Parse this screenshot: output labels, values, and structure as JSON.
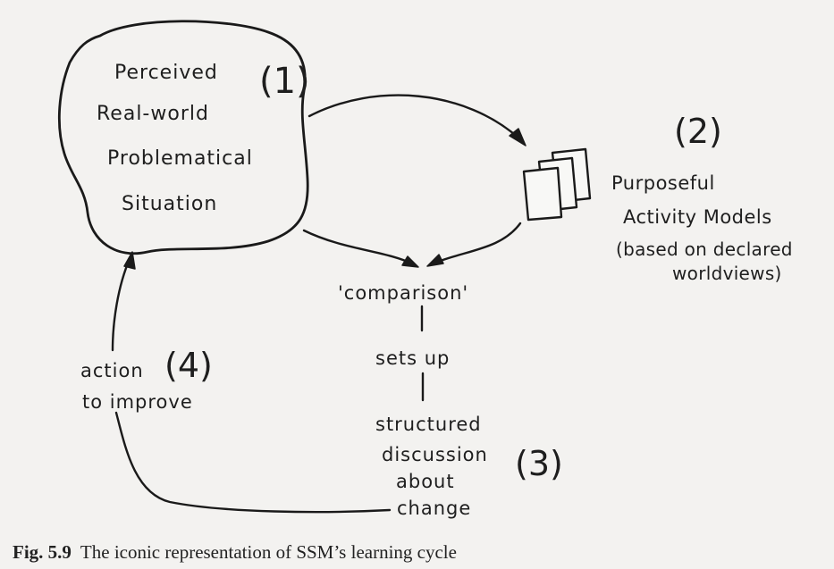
{
  "situation": {
    "number": "(1)",
    "lines": [
      "Perceived",
      "Real-world",
      "Problematical",
      "Situation"
    ]
  },
  "models": {
    "number": "(2)",
    "lines": [
      "Purposeful",
      "Activity Models",
      "(based on declared",
      "worldviews)"
    ]
  },
  "comparison": {
    "label": "'comparison'",
    "link": "sets up"
  },
  "discussion": {
    "number": "(3)",
    "lines": [
      "structured",
      "discussion",
      "about",
      "change"
    ]
  },
  "action": {
    "number": "(4)",
    "lines": [
      "action",
      "to improve"
    ]
  },
  "caption": {
    "figure": "Fig. 5.9",
    "text": "The iconic representation of SSM’s learning cycle"
  }
}
